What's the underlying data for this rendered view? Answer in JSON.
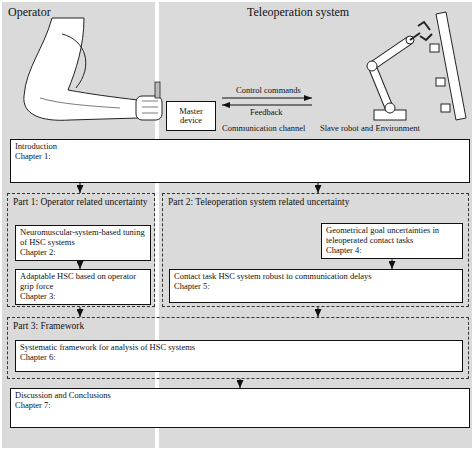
{
  "diagram": {
    "nodes": [
      {
        "text": [
          "Operator"
        ]
      },
      {
        "text": [
          "Teleoperation system"
        ]
      },
      {
        "text": [
          "Master device"
        ],
        "in": 1
      },
      {
        "text": [
          "Chapter 1:",
          "Introduction"
        ]
      },
      {
        "text": [
          "Part 1: Operator related uncertainty"
        ],
        "in": 0
      },
      {
        "text": [
          "Chapter 2:",
          "Neuromuscular-system-based tuning of HSC systems"
        ],
        "in": 4
      },
      {
        "text": [
          "Chapter 3:",
          "Adaptable HSC based on operator grip force"
        ],
        "in": 4
      },
      {
        "text": [
          "Part 2: Teleoperation system related uncertainty"
        ],
        "in": 1
      },
      {
        "text": [
          "Chapter 4:",
          "Geometrical goal uncertainties in teleoperated contact tasks"
        ],
        "in": 7
      },
      {
        "text": [
          "Chapter 5:",
          "Contact task HSC system robust to communication delays"
        ],
        "in": 7
      },
      {
        "text": [
          "Part 3: Framework"
        ]
      },
      {
        "text": [
          "Chapter 6:",
          "Systematic framework for analysis of HSC systems"
        ],
        "in": 10
      },
      {
        "text": [
          "Chapter 7:",
          "Discussion and Conclusions"
        ]
      }
    ],
    "edges": [
      {
        "from": 3,
        "to": 4,
        "arrow": "to"
      },
      {
        "from": 3,
        "to": 7,
        "arrow": "to"
      },
      {
        "from": 5,
        "to": 6,
        "arrow": "to"
      },
      {
        "from": 8,
        "to": 9,
        "arrow": "to"
      },
      {
        "from": 4,
        "to": 10,
        "arrow": "to"
      },
      {
        "from": 7,
        "to": 10,
        "arrow": "to"
      },
      {
        "from": 10,
        "to": 12,
        "arrow": "to"
      }
    ],
    "labels": [
      "Control commands",
      "Feedback",
      "Communication channel",
      "Slave robot and Environment"
    ]
  }
}
